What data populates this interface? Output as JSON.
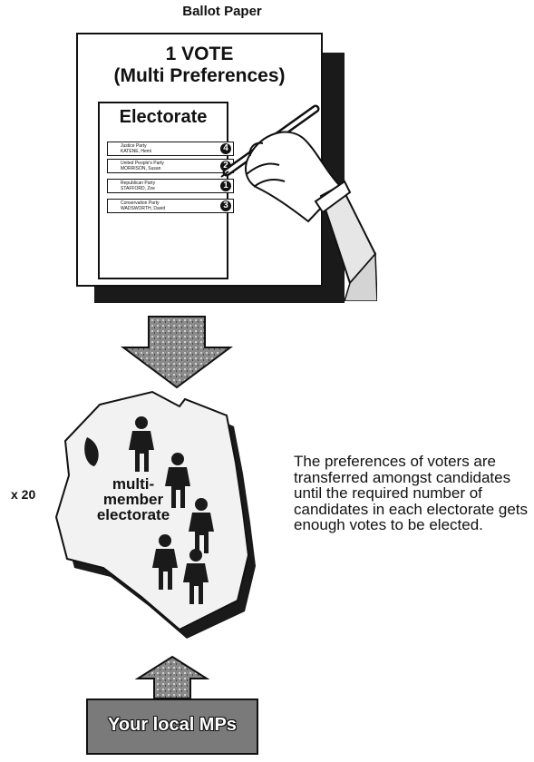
{
  "ballot": {
    "title": "Ballot Paper",
    "vote_line1": "1 VOTE",
    "vote_line2": "(Multi Preferences)",
    "electorate_label": "Electorate",
    "candidates": [
      {
        "party": "Justice Party",
        "name": "KATENE, Hemi",
        "preference": "4"
      },
      {
        "party": "United People's Party",
        "name": "MORRISON, Susan",
        "preference": "2"
      },
      {
        "party": "Republican Party",
        "name": "STAFFORD, Zoe",
        "preference": "1"
      },
      {
        "party": "Conservation Party",
        "name": "WADSWORTH, David",
        "preference": "3"
      }
    ]
  },
  "region": {
    "multiplier": "x 20",
    "label_line1": "multi-",
    "label_line2": "member",
    "label_line3": "electorate"
  },
  "description": "The preferences of voters are transferred amongst candidates until the required number of candidates in each electorate gets enough votes to be elected.",
  "outcome": {
    "label": "Your local MPs"
  },
  "colors": {
    "ink": "#111111",
    "shade": "#7a7a7a",
    "paper": "#ffffff"
  }
}
